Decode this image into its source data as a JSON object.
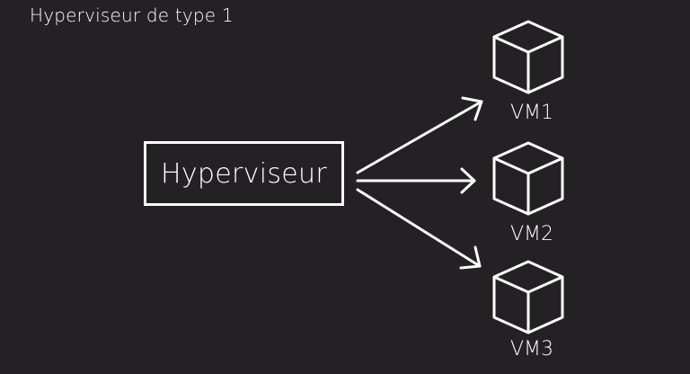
{
  "title": "Hyperviseur de type 1",
  "hypervisor": {
    "label": "Hyperviseur"
  },
  "vms": [
    {
      "label": "VM1",
      "icon": "cube-icon"
    },
    {
      "label": "VM2",
      "icon": "cube-icon"
    },
    {
      "label": "VM3",
      "icon": "cube-icon"
    }
  ],
  "colors": {
    "background": "#232124",
    "foreground": "#ffffff"
  }
}
